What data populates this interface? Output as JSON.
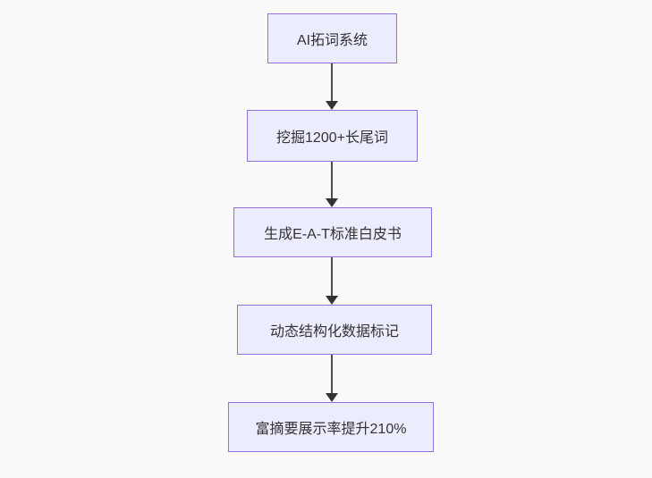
{
  "diagram": {
    "type": "flowchart",
    "direction": "top-down",
    "background": "#fafafa",
    "colors": {
      "node_fill": "#ECECFF",
      "node_border": "#9370DB",
      "node_text": "#333333",
      "arrow": "#333333"
    },
    "nodes": [
      {
        "id": "A",
        "label": "AI拓词系统"
      },
      {
        "id": "B",
        "label": "挖掘1200+长尾词"
      },
      {
        "id": "C",
        "label": "生成E-A-T标准白皮书"
      },
      {
        "id": "D",
        "label": "动态结构化数据标记"
      },
      {
        "id": "E",
        "label": "富摘要展示率提升210%"
      }
    ],
    "edges": [
      {
        "from": "A",
        "to": "B"
      },
      {
        "from": "B",
        "to": "C"
      },
      {
        "from": "C",
        "to": "D"
      },
      {
        "from": "D",
        "to": "E"
      }
    ]
  }
}
